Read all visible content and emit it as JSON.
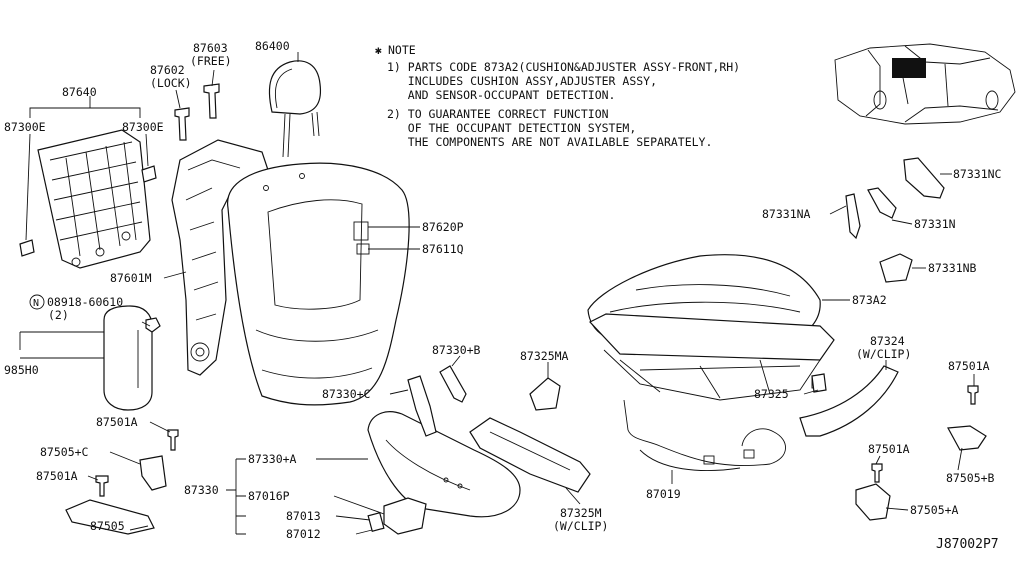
{
  "diagram_id": "J87002P7",
  "note": {
    "title": "NOTE",
    "lines": [
      "1) PARTS CODE 873A2(CUSHION&ADJUSTER ASSY-FRONT,RH)",
      "   INCLUDES CUSHION ASSY,ADJUSTER ASSY,",
      "   AND SENSOR-OCCUPANT DETECTION.",
      "2) TO GUARANTEE CORRECT FUNCTION",
      "   OF THE OCCUPANT DETECTION SYSTEM,",
      "   THE COMPONENTS ARE NOT AVAILABLE SEPARATELY."
    ]
  },
  "callouts": {
    "p87603": "87603",
    "free": "(FREE)",
    "p86400": "86400",
    "p87602": "87602",
    "lock": "(LOCK)",
    "p87640": "87640",
    "p87300e_left": "87300E",
    "p87300e_right": "87300E",
    "p87331nc": "87331NC",
    "p87331na": "87331NA",
    "p87331n": "87331N",
    "p87620p": "87620P",
    "p87611q": "87611Q",
    "p87601m": "87601M",
    "p87331nb": "87331NB",
    "n_symbol": "N",
    "p08918": "08918-60610",
    "qty2": "(2)",
    "p873a2": "873A2",
    "p985h0": "985H0",
    "p87324": "87324",
    "wclip1": "(W/CLIP)",
    "p87330b": "87330+B",
    "p87325ma": "87325MA",
    "p87501a_right": "87501A",
    "p87330c": "87330+C",
    "p87325": "87325",
    "p87501a_left1": "87501A",
    "p87505c": "87505+C",
    "p87330a": "87330+A",
    "p87501a_mid": "87501A",
    "p87505b": "87505+B",
    "p87501a_left2": "87501A",
    "p87330": "87330",
    "p87016p": "87016P",
    "p87019": "87019",
    "p87325m": "87325M",
    "wclip2": "(W/CLIP)",
    "p87505a": "87505+A",
    "p87013": "87013",
    "p87505": "87505",
    "p87012": "87012"
  }
}
